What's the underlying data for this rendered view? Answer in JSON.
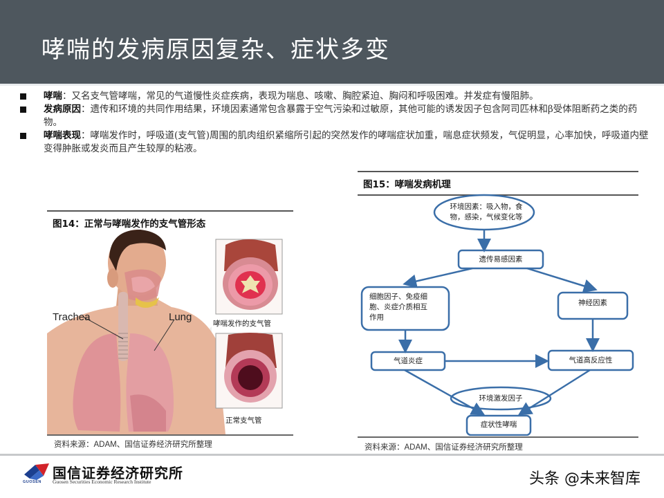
{
  "header": {
    "title": "哮喘的发病原因复杂、症状多变"
  },
  "bullets": [
    {
      "term": "哮喘",
      "text": "：又名支气管哮喘，常见的气道慢性炎症疾病，表现为喘息、咳嗽、胸腔紧迫、胸闷和呼吸困难。并发症有慢阻肺。"
    },
    {
      "term": "发病原因",
      "text": "：遗传和环境的共同作用结果，环境因素通常包含暴露于空气污染和过敏原，其他可能的诱发因子包含阿司匹林和β受体阻断药之类的药物。"
    },
    {
      "term": "哮喘表现",
      "text": "：哮喘发作时，呼吸道(支气管)周围的肌肉组织紧缩所引起的突然发作的哮喘症状加重，喘息症状频发，气促明显，心率加快，呼吸道内壁变得肿胀或发炎而且产生较厚的粘液。"
    }
  ],
  "figure14": {
    "title": "图14：正常与哮喘发作的支气管形态",
    "labels": {
      "trachea": "Trachea",
      "lung": "Lung",
      "asthma_bronchus": "哮喘发作的支气管",
      "normal_bronchus": "正常支气管"
    },
    "source_prefix": "资料来源：",
    "source_en": "ADAM",
    "source_suffix": "、国信证券经济研究所整理"
  },
  "figure15": {
    "title": "图15：哮喘发病机理",
    "nodes": {
      "env_factors_line1": "环境因素：吸入物，食",
      "env_factors_line2": "物，感染，气候变化等",
      "genetic": "遗传易感因素",
      "cell_line1": "细胞因子、免疫细",
      "cell_line2": "胞、炎症介质相互",
      "cell_line3": "作用",
      "neural": "神经因素",
      "airway_inflammation": "气道炎症",
      "airway_hyper": "气道高反应性",
      "env_trigger": "环境激发因子",
      "symptomatic_asthma": "症状性哮喘"
    },
    "source_prefix": "资料来源：",
    "source_en": "ADAM",
    "source_suffix": "、国信证券经济研究所整理"
  },
  "footer": {
    "org_cn": "国信证券经济研究所",
    "org_en": "Guosen Securities Economic Research Institute",
    "brand": "GUOSEN",
    "watermark": "头条 @未来智库"
  },
  "colors": {
    "header_bg": "#4e575e",
    "flow_blue": "#3a6ea8",
    "logo_red": "#d2232a",
    "logo_blue": "#1c3f8f"
  }
}
